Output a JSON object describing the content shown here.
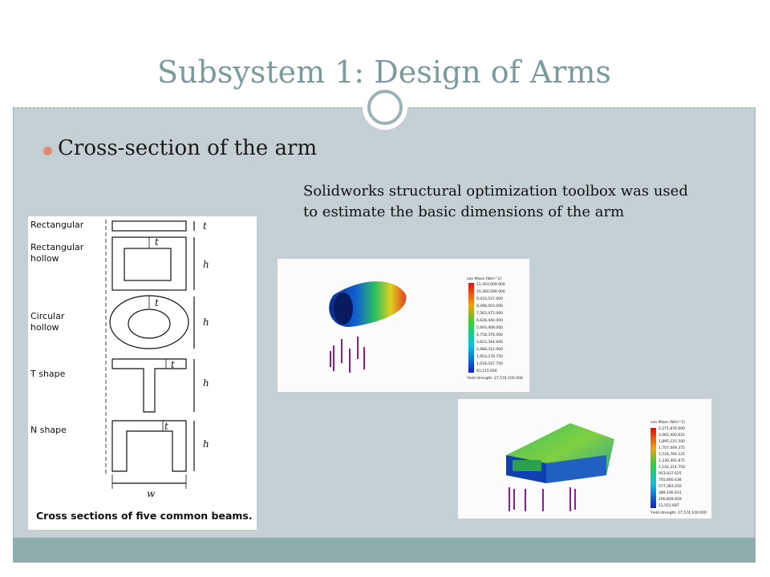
{
  "slide": {
    "title": "Subsystem 1: Design of Arms",
    "bullet": "Cross-section of the arm",
    "description": "Solidworks structural optimization toolbox was used to estimate the basic dimensions of the arm"
  },
  "cross_section_figure": {
    "shapes": [
      "Rectangular",
      "Rectangular",
      "hollow",
      "Circular",
      "hollow",
      "T shape",
      "N shape"
    ],
    "dim_t": "t",
    "dim_h": "h",
    "dim_w": "w",
    "caption": "Cross sections of five common beams."
  },
  "simulation_1": {
    "legend_title": "von Mises (N/m^2)",
    "legend_values": [
      "11,303,609.000",
      "10,360,569.000",
      "9,433,537.000",
      "8,498,503.000",
      "7,563,472.000",
      "6,628,440.000",
      "5,693,408.000",
      "4,758,376.000",
      "3,823,344.000",
      "2,888,312.000",
      "1,953,278.750",
      "1,018,247.750",
      "83,215.656"
    ],
    "yield_label": "Yield strength: 27,574,100.000"
  },
  "simulation_2": {
    "legend_title": "von Mises (N/m^2)",
    "legend_values": [
      "2,271,876.000",
      "2,083,400.625",
      "1,895,125.500",
      "1,707,049.375",
      "1,518,769.125",
      "1,330,491.875",
      "1,142,214.750",
      "953,937.625",
      "765,660.438",
      "577,383.250",
      "389,106.031",
      "200,828.859",
      "12,551.687"
    ],
    "yield_label": "Yield strength: 27,574,100.000"
  },
  "colors": {
    "title": "#7a9a9c",
    "bullet_dot": "#e08a70",
    "content_bg": "#c5d0d5",
    "footer": "#8fadad"
  }
}
